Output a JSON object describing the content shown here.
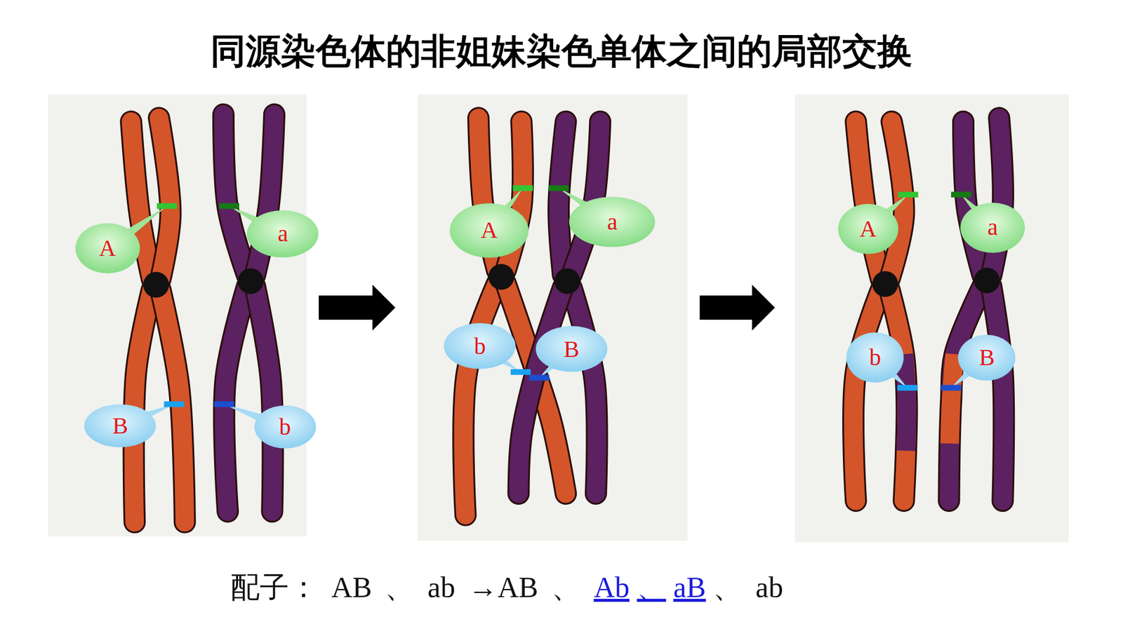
{
  "diagram": {
    "title": "同源染色体的非姐妹染色单体之间的局部交换",
    "nodes": [
      {
        "text": [
          "A"
        ]
      },
      {
        "text": [
          "a"
        ]
      },
      {
        "text": [
          "B"
        ]
      },
      {
        "text": [
          "b"
        ]
      },
      {
        "text": [
          "A"
        ]
      },
      {
        "text": [
          "a"
        ]
      },
      {
        "text": [
          "b"
        ]
      },
      {
        "text": [
          "B"
        ]
      },
      {
        "text": [
          "A"
        ]
      },
      {
        "text": [
          "a"
        ]
      },
      {
        "text": [
          "b"
        ]
      },
      {
        "text": [
          "B"
        ]
      }
    ],
    "labels": [
      "配子：",
      "AB",
      "、",
      "ab",
      "→AB",
      "、",
      "Ab",
      "、",
      "aB",
      "、",
      "ab"
    ]
  }
}
